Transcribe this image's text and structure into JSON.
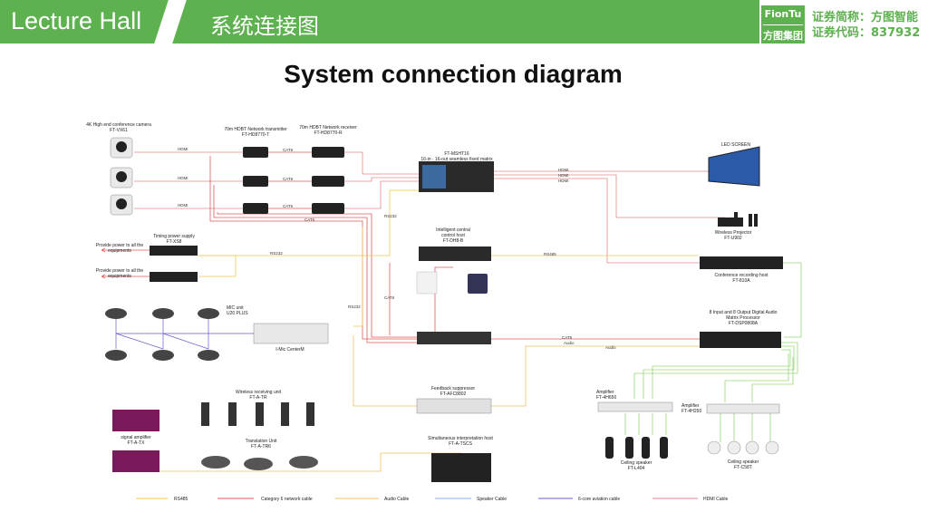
{
  "header": {
    "title": "Lecture Hall",
    "title_cn": "系统连接图",
    "logo_top": "FionTu",
    "logo_bottom": "方图集团",
    "stock_name": "证券简称：方图智能",
    "stock_code": "证券代码：837932",
    "accent": "#5db14e"
  },
  "diagram_title": "System connection diagram",
  "devices": {
    "camera": [
      "4K High end conference camera",
      "FT-VX61"
    ],
    "transmitter": [
      "70m HDBT Network transmitter",
      "FT-HD8770-T"
    ],
    "receiver": [
      "70m HDBT Network receiver",
      "FT-HD8770-R"
    ],
    "matrix": [
      "FT-MSHT16",
      "16-in · 16-out seamless fixed matrix"
    ],
    "led": [
      "LED SCREEN"
    ],
    "projector": [
      "Wireless Projector",
      "FT-U902"
    ],
    "power_supply": [
      "Timing power supply",
      "FT-XS8"
    ],
    "power_note_1": [
      "Provide power to all the",
      "equipments"
    ],
    "power_note_2": [
      "Provide power to all the",
      "equipments"
    ],
    "control_host": [
      "Intelligent central",
      "control host",
      "FT-DH8-B"
    ],
    "recorder": [
      "Conference recording host",
      "FT-810A"
    ],
    "mic_unit": [
      "MIC unit",
      "U20 PLUS"
    ],
    "mic_center": [
      "I-Mic CenterM"
    ],
    "dsp": [
      "8 Input and 8 Output Digital Audio",
      "Matrix Processor",
      "FT-DSP0808A"
    ],
    "feedback": [
      "Feedback suppressor",
      "FT-AFC8802"
    ],
    "wireless_rx": [
      "Wireless receiving unit",
      "FT-A-TR"
    ],
    "translation": [
      "Translation Unit",
      "FT-A-TR6"
    ],
    "signal_amp": [
      "signal amplifier",
      "FT-A-TX"
    ],
    "interp_host": [
      "Simultaneous interpretation host",
      "FT-A-TSCS"
    ],
    "amp1": [
      "Amplifier",
      "FT-4H650"
    ],
    "amp2": [
      "Amplifier",
      "FT-4H250"
    ],
    "spk1": [
      "Ceiling speaker",
      "FT-L404"
    ],
    "spk2": [
      "Ceiling speaker",
      "FT-C58T"
    ]
  },
  "wire_labels": {
    "hdmi": "HDMI",
    "cat6": "CAT6",
    "rs232": "RS232",
    "rs485": "RS485",
    "audio": "Audio"
  },
  "legend": [
    {
      "label": "RS485",
      "color": "#f4c84a"
    },
    {
      "label": "Category 6 network cable",
      "color": "#e45a5a"
    },
    {
      "label": "Audio Cable",
      "color": "#f0c060"
    },
    {
      "label": "Speaker Cable",
      "color": "#7fb6e6"
    },
    {
      "label": "6-core aviation cable",
      "color": "#6a5ac8"
    },
    {
      "label": "HDMI Cable",
      "color": "#e08a8a"
    }
  ]
}
